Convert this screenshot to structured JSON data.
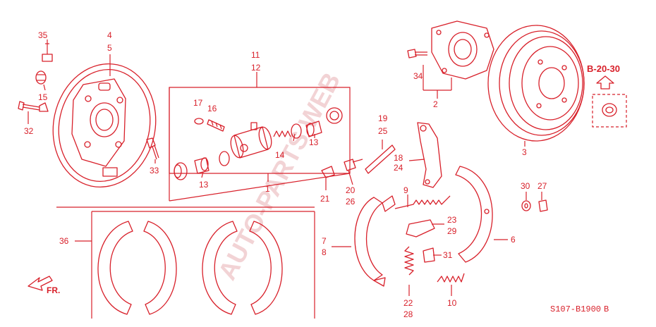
{
  "watermark": "AUTO-PARTS WEB",
  "diagram_code": "S107-B1900",
  "diagram_code_suffix": "B",
  "reference": "B-20-30",
  "direction": "FR.",
  "labels": {
    "p35": "35",
    "p4": "4",
    "p5": "5",
    "p15": "15",
    "p32": "32",
    "p33": "33",
    "p11": "11",
    "p12": "12",
    "p17": "17",
    "p16": "16",
    "p14": "14",
    "p13a": "13",
    "p13b": "13",
    "p1": "1",
    "p19": "19",
    "p25": "25",
    "p18": "18",
    "p24": "24",
    "p21": "21",
    "p20": "20",
    "p26": "26",
    "p34": "34",
    "p2": "2",
    "p3": "3",
    "p9": "9",
    "p23": "23",
    "p29": "29",
    "p31": "31",
    "p22": "22",
    "p28": "28",
    "p10": "10",
    "p7": "7",
    "p8": "8",
    "p6": "6",
    "p30": "30",
    "p27": "27",
    "p36": "36"
  }
}
